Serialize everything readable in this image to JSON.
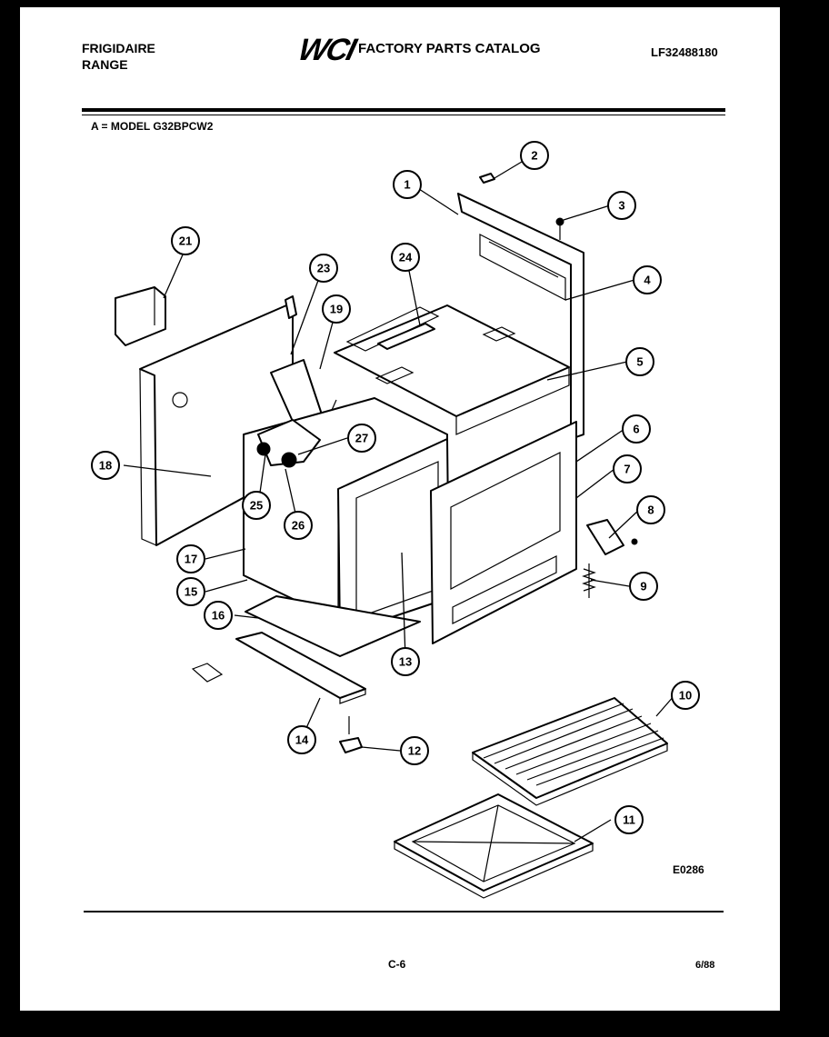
{
  "header": {
    "brand_line1": "FRIGIDAIRE",
    "brand_line2": "RANGE",
    "logo": "WCI",
    "catalog_title": "FACTORY PARTS CATALOG",
    "part_number": "LF32488180"
  },
  "model_line": "A = MODEL G32BPCW2",
  "diagram": {
    "callouts": [
      "1",
      "2",
      "3",
      "4",
      "5",
      "6",
      "7",
      "8",
      "9",
      "10",
      "11",
      "12",
      "13",
      "14",
      "15",
      "16",
      "17",
      "18",
      "19",
      "21",
      "23",
      "24",
      "25",
      "26",
      "27"
    ],
    "code": "E0286"
  },
  "footer": {
    "page": "C-6",
    "date": "6/88"
  }
}
